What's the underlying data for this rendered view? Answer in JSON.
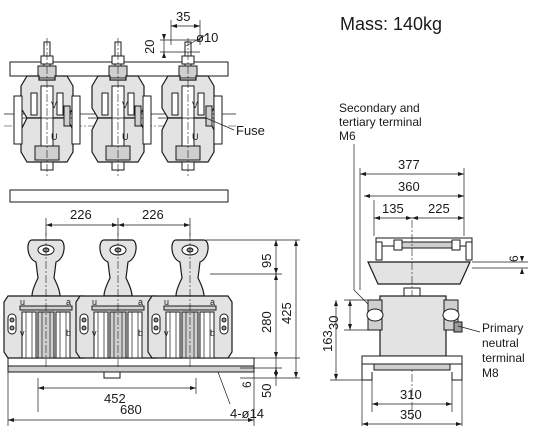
{
  "mass": "Mass: 140kg",
  "top_view": {
    "dim_width": "35",
    "dim_height": "20",
    "dim_hole": "ø10",
    "fuse_label": "Fuse",
    "terminal_u": "U",
    "terminal_v": "V"
  },
  "front_view": {
    "pitch_1": "226",
    "pitch_2": "226",
    "dim_top": "95",
    "dim_mid": "280",
    "dim_total": "425",
    "dim_base_thk": "6",
    "dim_base": "50",
    "dim_inner": "452",
    "dim_outer": "680",
    "holes": "4-ø14",
    "terminal_u": "u",
    "terminal_v": "v",
    "terminal_a": "a",
    "terminal_b": "b"
  },
  "side_view": {
    "secondary_label_1": "Secondary and",
    "secondary_label_2": "tertiary terminal",
    "secondary_label_3": "M6",
    "dim_377": "377",
    "dim_360": "360",
    "dim_135": "135",
    "dim_225": "225",
    "dim_6": "6",
    "dim_30": "30",
    "dim_163": "163",
    "dim_310": "310",
    "dim_350": "350",
    "primary_label_1": "Primary",
    "primary_label_2": "neutral",
    "primary_label_3": "terminal",
    "primary_label_4": "M8"
  }
}
